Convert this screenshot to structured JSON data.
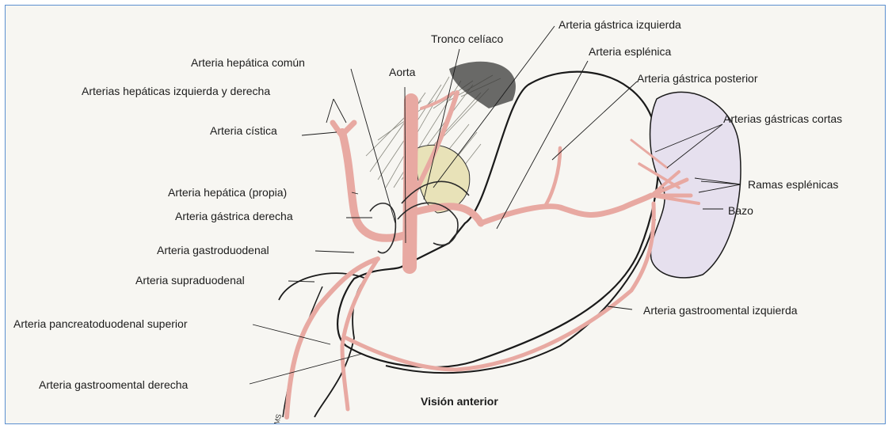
{
  "labels": {
    "tronco_celiaco": "Tronco celíaco",
    "arteria_gastrica_izquierda": "Arteria gástrica izquierda",
    "arteria_hepatica_comun": "Arteria hepática común",
    "arteria_esplenica": "Arteria esplénica",
    "aorta": "Aorta",
    "arteria_gastrica_posterior": "Arteria gástrica posterior",
    "arterias_hepaticas": "Arterias hepáticas izquierda y derecha",
    "arterias_gastricas_cortas": "Arterias gástricas cortas",
    "arteria_cistica": "Arteria cística",
    "arteria_hepatica_propia": "Arteria hepática (propia)",
    "ramas_esplenicas": "Ramas esplénicas",
    "arteria_gastrica_derecha": "Arteria gástrica derecha",
    "bazo": "Bazo",
    "arteria_gastroduodenal": "Arteria gastroduodenal",
    "arteria_supraduodenal": "Arteria supraduodenal",
    "arteria_gastroomental_izquierda": "Arteria gastroomental izquierda",
    "arteria_pancreatoduodenal": "Arteria pancreatoduodenal superior",
    "arteria_gastroomental_derecha": "Arteria gastroomental derecha"
  },
  "caption": "Visión anterior",
  "signature": "MS",
  "colors": {
    "frame_border": "#5b8fd0",
    "artery": "#e8a9a2",
    "spleen": "#e6e0ee",
    "background": "#f7f6f2"
  }
}
